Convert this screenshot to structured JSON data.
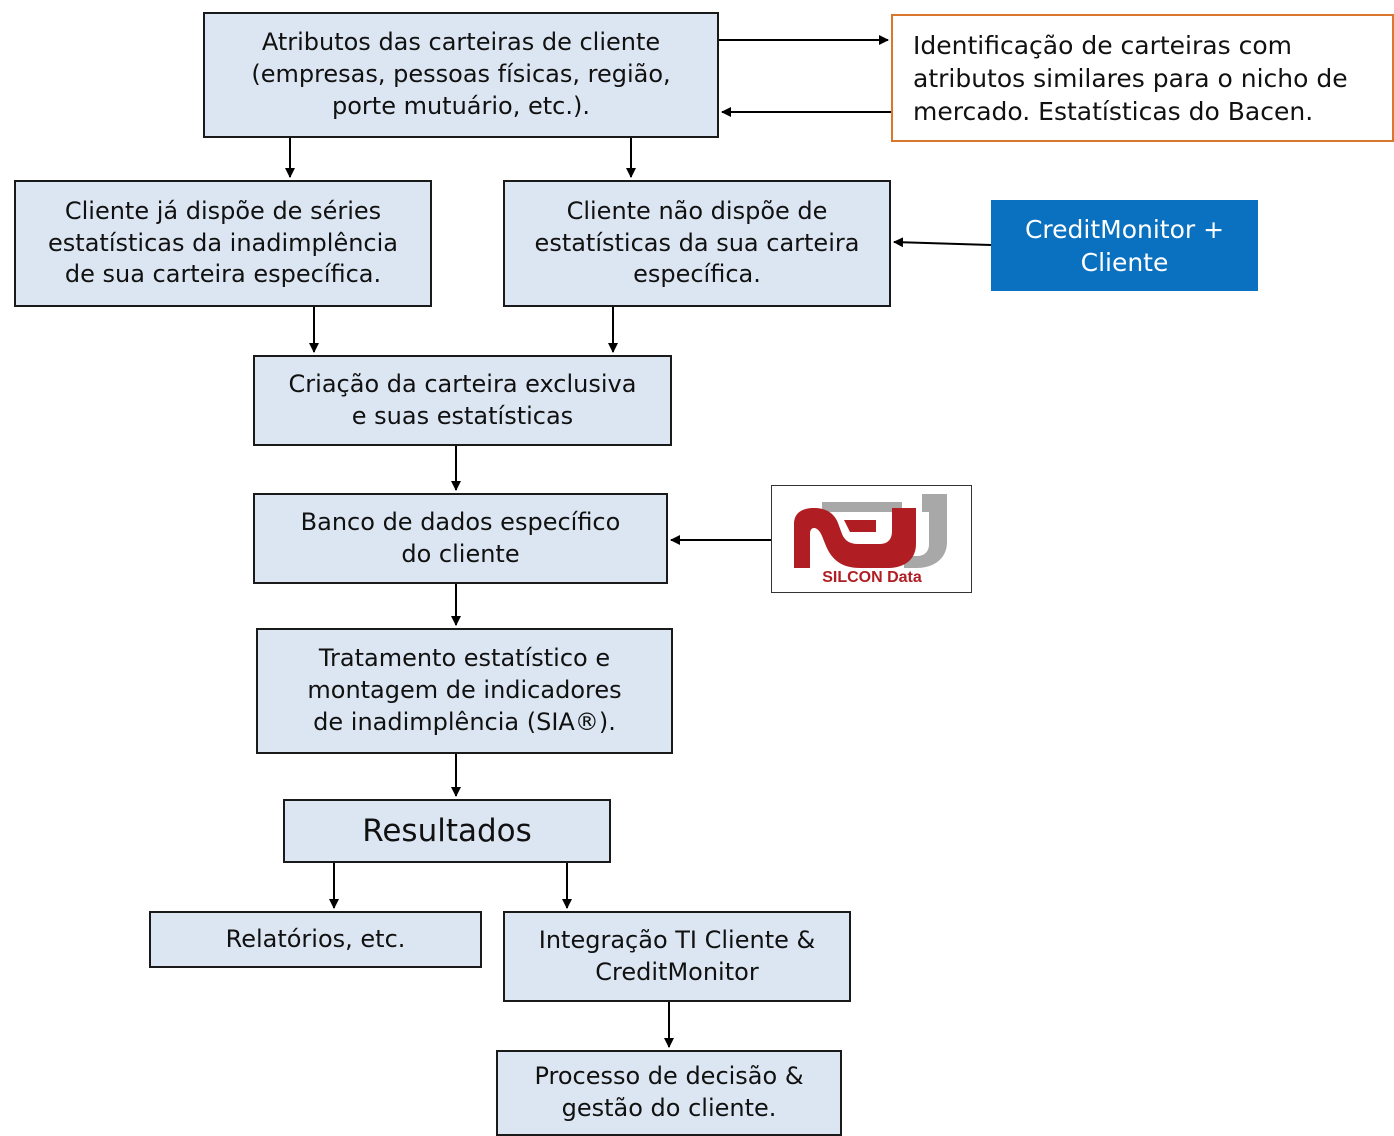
{
  "nodes": {
    "attributes": "Atributos das carteiras de cliente\n(empresas, pessoas físicas, região,\nporte mutuário, etc.).",
    "identification": "Identificação de carteiras com\natributos similares para o nicho de\nmercado. Estatísticas do Bacen.",
    "has_series": "Cliente já dispõe de séries\nestatísticas da inadimplência\nde sua carteira específica.",
    "no_stats": "Cliente não dispõe de\nestatísticas da sua carteira\nespecífica.",
    "creditmonitor_client": "CreditMonitor +\nCliente",
    "creation": "Criação da carteira exclusiva\ne suas estatísticas",
    "database": "Banco de dados específico\ndo cliente",
    "treatment": "Tratamento estatístico e\nmontagem de indicadores\nde inadimplência (SIA®).",
    "results": "Resultados",
    "reports": "Relatórios, etc.",
    "integration": "Integração TI Cliente &\nCreditMonitor",
    "decision": "Processo de decisão &\ngestão do cliente."
  },
  "logo": {
    "text": "SILCON Data"
  },
  "colors": {
    "box_fill": "#dce6f2",
    "box_border": "#1a1a1a",
    "orange_border": "#d9772e",
    "blue_fill": "#0a70c0",
    "logo_red": "#b01e23",
    "logo_gray": "#a8a8a8"
  }
}
